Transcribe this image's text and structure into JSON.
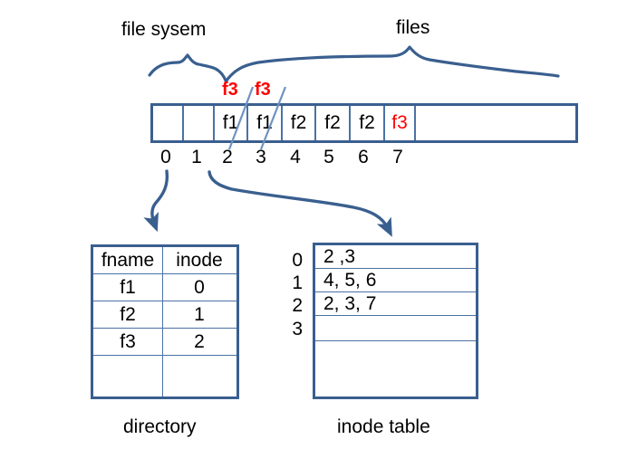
{
  "diagram": {
    "title_labels": {
      "file_system": "file sysem",
      "files": "files"
    },
    "block_row": {
      "cells": [
        {
          "index": "0",
          "label": "",
          "color": "black"
        },
        {
          "index": "1",
          "label": "",
          "color": "black"
        },
        {
          "index": "2",
          "label": "f1",
          "color": "black",
          "struck": true
        },
        {
          "index": "3",
          "label": "f1",
          "color": "black",
          "struck": true
        },
        {
          "index": "4",
          "label": "f2",
          "color": "black"
        },
        {
          "index": "5",
          "label": "f2",
          "color": "black"
        },
        {
          "index": "6",
          "label": "f2",
          "color": "black"
        },
        {
          "index": "7",
          "label": "f3",
          "color": "red"
        }
      ],
      "annotations": [
        {
          "text": "f3",
          "color": "red"
        },
        {
          "text": "f3",
          "color": "red"
        }
      ]
    },
    "directory": {
      "caption": "directory",
      "headers": [
        "fname",
        "inode"
      ],
      "rows": [
        {
          "fname": "f1",
          "inode": "0",
          "struck": true
        },
        {
          "fname": "f2",
          "inode": "1",
          "struck": false
        },
        {
          "fname": "f3",
          "inode": "2",
          "struck": false
        },
        {
          "fname": "",
          "inode": "",
          "struck": false
        }
      ]
    },
    "inode_table": {
      "caption": "inode table",
      "row_indices": [
        "0",
        "1",
        "2",
        "3"
      ],
      "rows": [
        "2 ,3",
        "4, 5, 6",
        "2, 3, 7",
        ""
      ]
    },
    "colors": {
      "ink": "#3a5f8f",
      "rule": "#4a72a5",
      "accent_red": "#ff0000",
      "strike": "#6f93c0",
      "background": "#ffffff"
    }
  }
}
